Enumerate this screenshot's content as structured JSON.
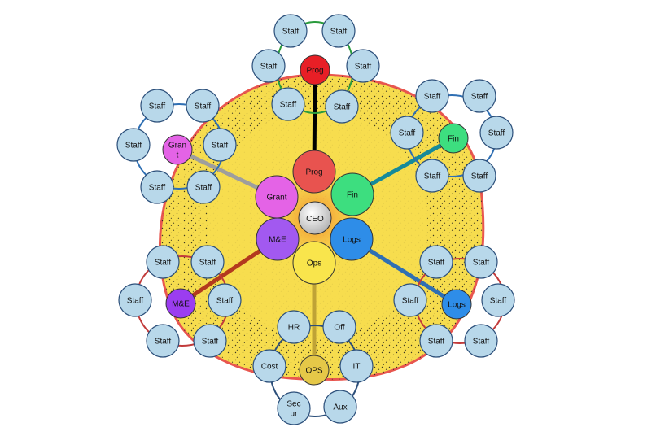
{
  "colors": {
    "canvas_bg": "#ffffff",
    "blob_fill": "#f6dc4e",
    "blob_stroke": "#e8564f",
    "speckle": "#1a1a1a",
    "staff_fill": "#b8d8ea",
    "staff_stroke": "#2c4f7a",
    "node_stroke": "#333333"
  },
  "center": {
    "ceo_label": "CEO",
    "inner_nodes": [
      {
        "key": "prog",
        "label": "Prog",
        "color": "#e8534f"
      },
      {
        "key": "fin",
        "label": "Fin",
        "color": "#3dde7f"
      },
      {
        "key": "logs",
        "label": "Logs",
        "color": "#2e8de8"
      },
      {
        "key": "ops",
        "label": "Ops",
        "color": "#f9e54c"
      },
      {
        "key": "me",
        "label": "M&E",
        "color": "#a259f0"
      },
      {
        "key": "grant",
        "label": "Grant",
        "color": "#e463e6"
      }
    ]
  },
  "clusters": [
    {
      "key": "prog",
      "hub_label": "Prog",
      "hub_color": "#e81f26",
      "ring_color": "#2a9b3c",
      "link_color": "#000000",
      "members": [
        "Staff",
        "Staff",
        "Staff",
        "Staff",
        "Staff",
        "Staff"
      ]
    },
    {
      "key": "fin",
      "hub_label": "Fin",
      "hub_color": "#3dde7f",
      "ring_color": "#2f6fb3",
      "link_color": "#168a9a",
      "members": [
        "Staff",
        "Staff",
        "Staff",
        "Staff",
        "Staff",
        "Staff"
      ]
    },
    {
      "key": "logs",
      "hub_label": "Logs",
      "hub_color": "#2e8de8",
      "ring_color": "#c23b3b",
      "link_color": "#2f6fb3",
      "members": [
        "Staff",
        "Staff",
        "Staff",
        "Staff",
        "Staff",
        "Staff"
      ]
    },
    {
      "key": "ops",
      "hub_label": "OPS",
      "hub_color": "#e5c848",
      "ring_color": "#2c4f7a",
      "link_color": "#bfa336",
      "members": [
        "HR",
        "Off",
        "IT",
        "Aux",
        "Sec ur",
        "Cost"
      ]
    },
    {
      "key": "me",
      "hub_label": "M&E",
      "hub_color": "#9b3df0",
      "ring_color": "#c23b3b",
      "link_color": "#b33a1e",
      "members": [
        "Staff",
        "Staff",
        "Staff",
        "Staff",
        "Staff",
        "Staff"
      ]
    },
    {
      "key": "grant",
      "hub_label": "Gran t",
      "hub_color": "#e463e6",
      "ring_color": "#2f6fb3",
      "link_color": "#9e9e9e",
      "members": [
        "Staff",
        "Staff",
        "Staff",
        "Staff",
        "Staff",
        "Staff"
      ]
    }
  ]
}
